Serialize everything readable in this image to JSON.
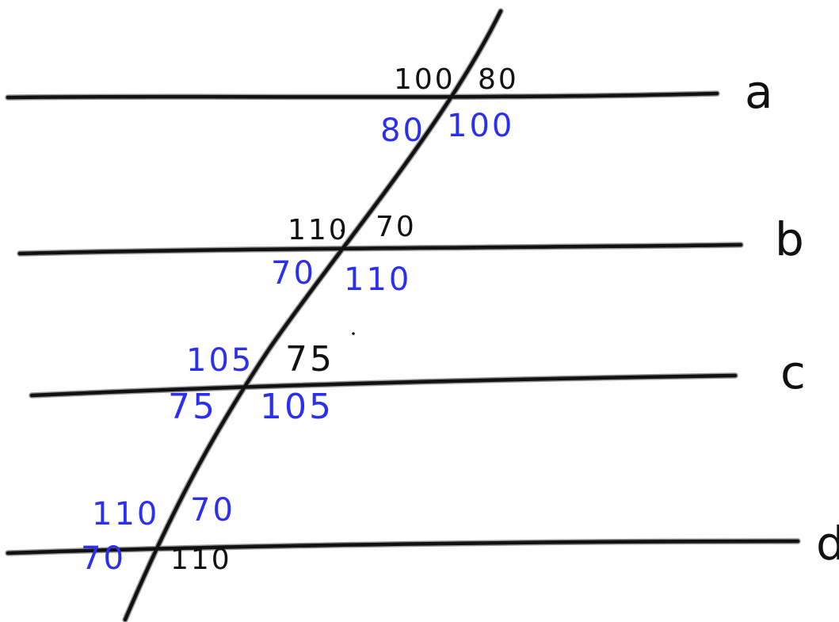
{
  "lines": [
    {
      "name": "a",
      "given": [
        "100",
        "80"
      ],
      "derived": [
        "80",
        "100"
      ]
    },
    {
      "name": "b",
      "given": [
        "110",
        "70"
      ],
      "derived": [
        "70",
        "110"
      ]
    },
    {
      "name": "c",
      "given_blue": "105",
      "given": [
        "75"
      ],
      "derived": [
        "75",
        "105"
      ]
    },
    {
      "name": "d",
      "derived_top": [
        "110",
        "70"
      ],
      "derived_bottom": "70",
      "given": [
        "110"
      ]
    }
  ],
  "colors": {
    "ink": "#111111",
    "derived": "#2a2ff0",
    "background": "#ffffff"
  }
}
